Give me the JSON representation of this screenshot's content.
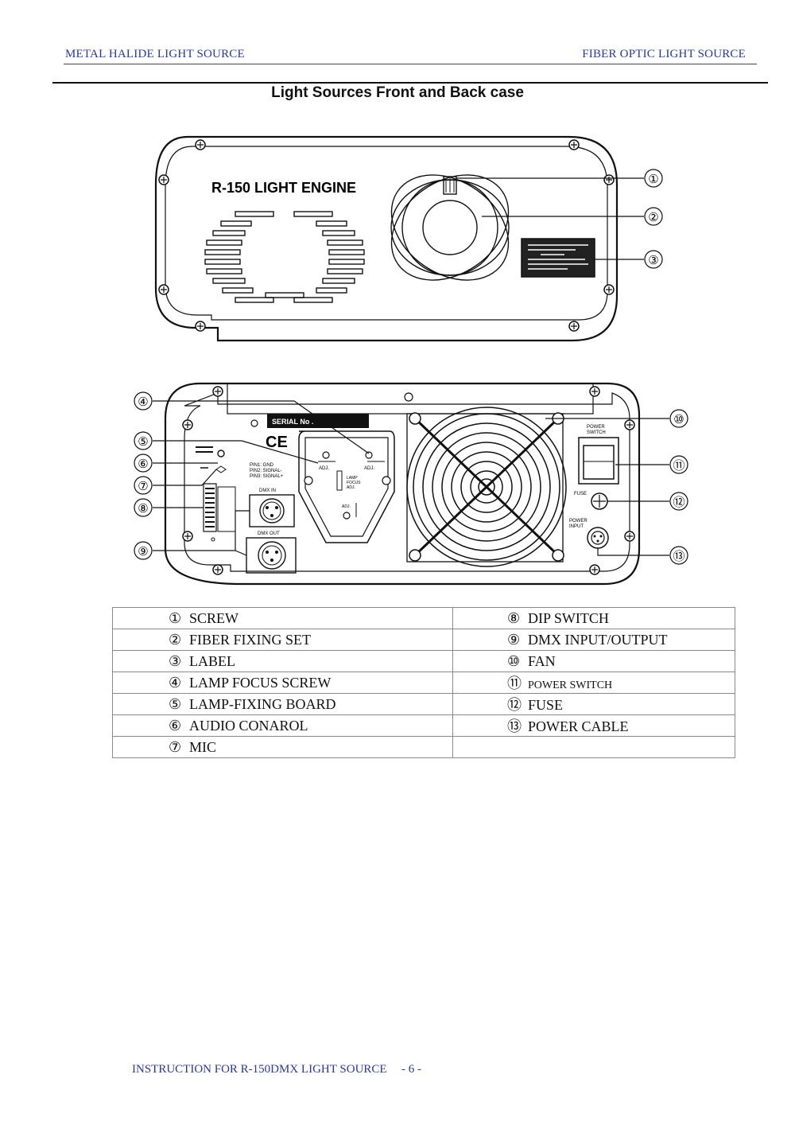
{
  "header": {
    "left": "METAL HALIDE LIGHT SOURCE",
    "right": "FIBER OPTIC LIGHT SOURCE"
  },
  "title": "Light Sources Front and Back case",
  "front_panel": {
    "engine_label": "R-150 LIGHT ENGINE",
    "callouts": [
      "①",
      "②",
      "③"
    ]
  },
  "back_panel": {
    "serial_label": "SERIAL No .",
    "ce_mark": "CE",
    "pin1": "PIN1: GND",
    "pin2": "PIN2: SIGNAL-",
    "pin3": "PIN3: SIGNAL+",
    "adj_left": "ADJ.",
    "adj_right": "ADJ.",
    "lamp_focus": "LAMP",
    "lamp_focus2": "FOCUS",
    "lamp_focus3": "ADJ.",
    "adj_bottom": "ADJ.",
    "dmx_in": "DMX IN",
    "dmx_out": "DMX OUT",
    "power_switch_label1": "POWER",
    "power_switch_label2": "SWITCH",
    "fuse_label": "FUSE",
    "power_input1": "POWER",
    "power_input2": "INPUT",
    "callouts": [
      "④",
      "⑤",
      "⑥",
      "⑦",
      "⑧",
      "⑨",
      "⑩",
      "⑪",
      "⑫",
      "⑬"
    ]
  },
  "legend": {
    "rows": [
      {
        "n1": "①",
        "l1": "SCREW",
        "n2": "⑧",
        "l2": "DIP SWITCH"
      },
      {
        "n1": "②",
        "l1": "FIBER FIXING SET",
        "n2": "⑨",
        "l2": "DMX INPUT/OUTPUT"
      },
      {
        "n1": "③",
        "l1": "LABEL",
        "n2": "⑩",
        "l2": "FAN"
      },
      {
        "n1": "④",
        "l1": "LAMP FOCUS SCREW",
        "n2": "⑪",
        "l2": "POWER SWITCH"
      },
      {
        "n1": "⑤",
        "l1": "LAMP-FIXING BOARD",
        "n2": "⑫",
        "l2": "FUSE"
      },
      {
        "n1": "⑥",
        "l1": "AUDIO CONAROL",
        "n2": "⑬",
        "l2": "POWER CABLE"
      },
      {
        "n1": "⑦",
        "l1": "MIC",
        "n2": "",
        "l2": ""
      }
    ]
  },
  "footer": {
    "text": "INSTRUCTION FOR R-150DMX LIGHT SOURCE",
    "page": "- 6 -"
  }
}
